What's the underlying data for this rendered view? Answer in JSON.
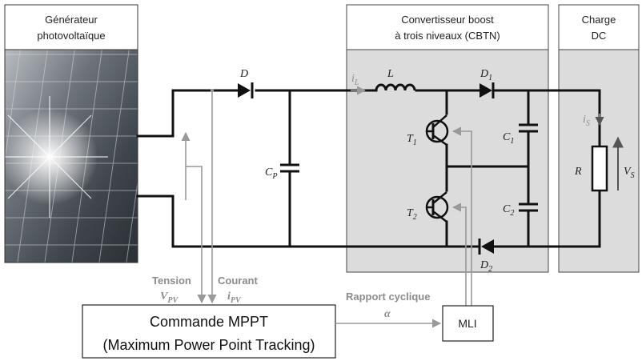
{
  "panels": {
    "pv": {
      "line1": "Générateur",
      "line2": "photovoltaïque"
    },
    "cbtn": {
      "line1": "Convertisseur boost",
      "line2": "à trois niveaux (CBTN)"
    },
    "load": {
      "line1": "Charge",
      "line2": "DC"
    }
  },
  "components": {
    "diode_d": "D",
    "capacitor_cp": {
      "main": "C",
      "sub": "P"
    },
    "inductor_l": "L",
    "current_il": {
      "main": "i",
      "sub": "L"
    },
    "diode_d1": {
      "main": "D",
      "sub": "1"
    },
    "diode_d2": {
      "main": "D",
      "sub": "2"
    },
    "transistor_t1": {
      "main": "T",
      "sub": "1"
    },
    "transistor_t2": {
      "main": "T",
      "sub": "2"
    },
    "capacitor_c1": {
      "main": "C",
      "sub": "1"
    },
    "capacitor_c2": {
      "main": "C",
      "sub": "2"
    },
    "current_is": {
      "main": "i",
      "sub": "S"
    },
    "resistor_r": "R",
    "voltage_vs": {
      "main": "V",
      "sub": "S"
    }
  },
  "signals": {
    "tension_label": "Tension",
    "tension_symbol": {
      "main": "V",
      "sub": "PV"
    },
    "courant_label": "Courant",
    "courant_symbol": {
      "main": "i",
      "sub": "PV"
    },
    "rapport_label": "Rapport cyclique",
    "rapport_symbol": "α"
  },
  "blocks": {
    "mppt_line1": "Commande MPPT",
    "mppt_line2": "(Maximum Power Point Tracking)",
    "mli": "MLI"
  }
}
